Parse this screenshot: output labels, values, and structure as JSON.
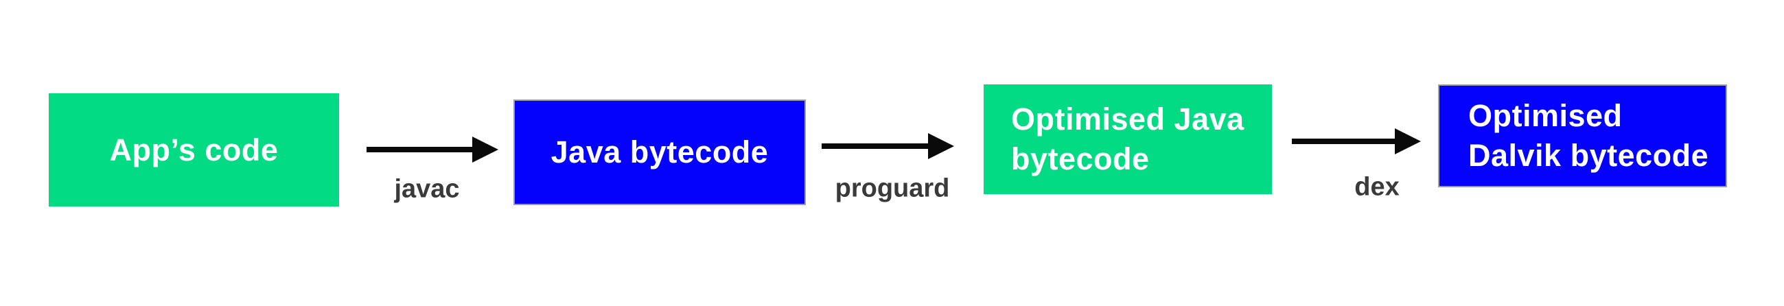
{
  "diagram": {
    "type": "flowchart",
    "direction": "left-to-right",
    "description": "Android app compilation pipeline",
    "nodes": [
      {
        "id": "apps-code",
        "label": "App’s code",
        "fill": "#03da84",
        "text_color": "#ffffff",
        "shape": "rectangle",
        "border": "none"
      },
      {
        "id": "java-bytecode",
        "label": "Java bytecode",
        "fill": "#0402fc",
        "text_color": "#ffffff",
        "shape": "rectangle",
        "border": "gray"
      },
      {
        "id": "optimised-java-bytecode",
        "label": "Optimised Java\nbytecode",
        "fill": "#03da84",
        "text_color": "#ffffff",
        "shape": "rectangle",
        "border": "none"
      },
      {
        "id": "optimised-dalvik-bytecode",
        "label": "Optimised\nDalvik bytecode",
        "fill": "#0402fc",
        "text_color": "#ffffff",
        "shape": "rectangle",
        "border": "gray"
      }
    ],
    "edges": [
      {
        "from": "apps-code",
        "to": "java-bytecode",
        "label": "javac"
      },
      {
        "from": "java-bytecode",
        "to": "optimised-java-bytecode",
        "label": "proguard"
      },
      {
        "from": "optimised-java-bytecode",
        "to": "optimised-dalvik-bytecode",
        "label": "dex"
      }
    ],
    "colors": {
      "green": "#03da84",
      "blue": "#0402fc",
      "arrow": "#0a0a0a",
      "edge_label": "#3a3a3a",
      "box_border": "#9b9ea6",
      "background": "#ffffff"
    }
  }
}
